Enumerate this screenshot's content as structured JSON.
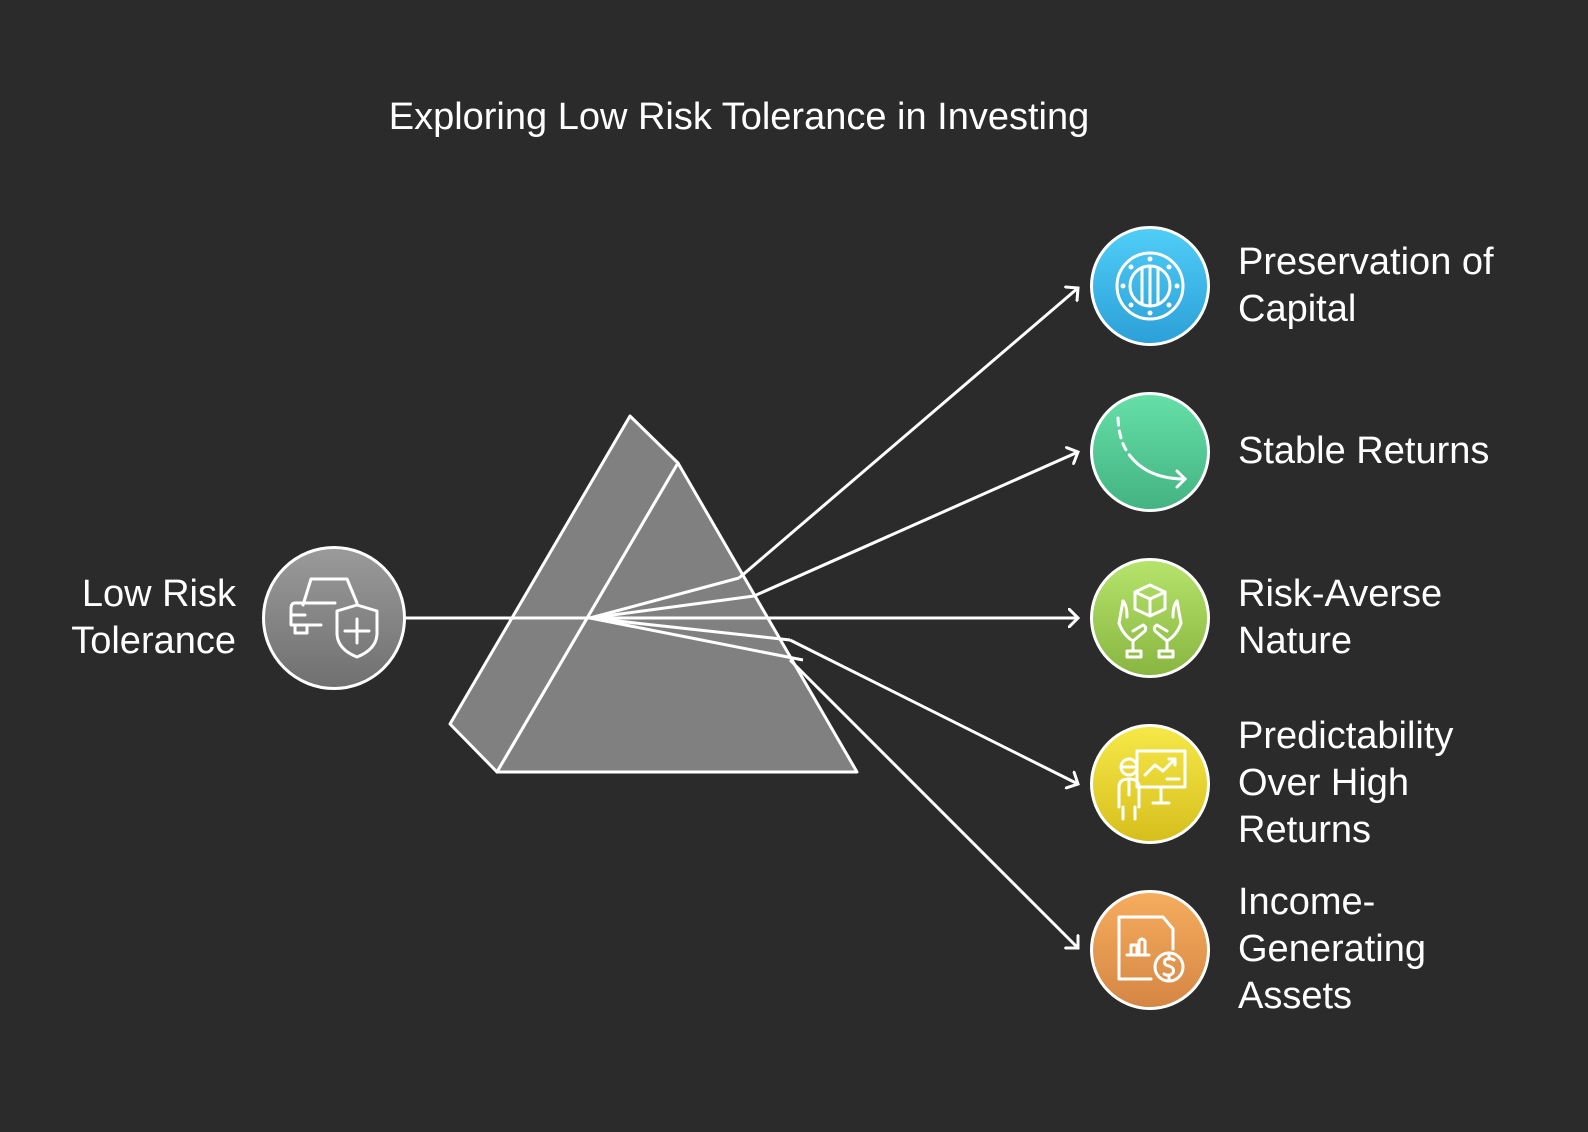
{
  "title": "Exploring Low Risk Tolerance in Investing",
  "source": {
    "label_line1": "Low Risk",
    "label_line2": "Tolerance",
    "icon": "car-shield-icon",
    "color_top": "#8e8e8e",
    "color_bottom": "#6e6e6e"
  },
  "outputs": [
    {
      "lines": [
        "Preservation of",
        "Capital"
      ],
      "icon": "porthole-icon",
      "color_top": "#4fcaf5",
      "color_bottom": "#2ea4dc"
    },
    {
      "lines": [
        "Stable Returns"
      ],
      "icon": "curved-arrow-icon",
      "color_top": "#62dca3",
      "color_bottom": "#45b785"
    },
    {
      "lines": [
        "Risk-Averse",
        "Nature"
      ],
      "icon": "hands-box-icon",
      "color_top": "#b4e06a",
      "color_bottom": "#8cba44"
    },
    {
      "lines": [
        "Predictability",
        "Over High",
        "Returns"
      ],
      "icon": "presenter-chart-icon",
      "color_top": "#f4e445",
      "color_bottom": "#d9c320"
    },
    {
      "lines": [
        "Income-",
        "Generating",
        "Assets"
      ],
      "icon": "document-dollar-icon",
      "color_top": "#f5aa5c",
      "color_bottom": "#d88a45"
    }
  ],
  "prism": {
    "fill": "#808080",
    "stroke": "#ffffff"
  }
}
